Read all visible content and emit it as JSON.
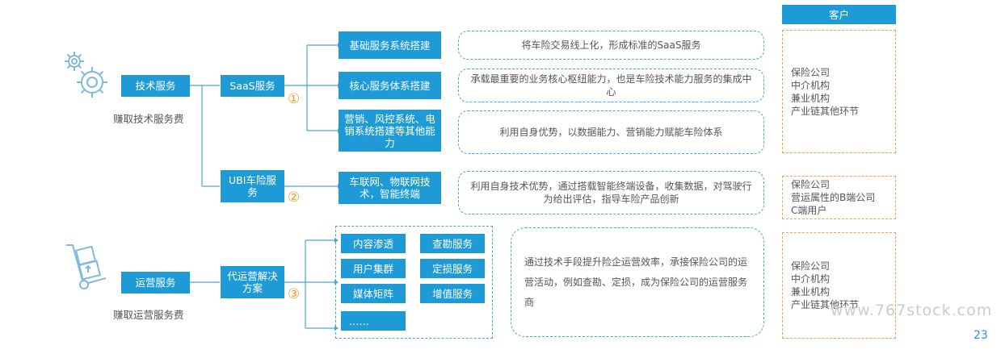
{
  "header": {
    "customer_label": "客户"
  },
  "left": {
    "tech_service": "技术服务",
    "tech_fee": "赚取技术服务费",
    "ops_service": "运营服务",
    "ops_fee": "赚取运营服务费"
  },
  "mid": {
    "saas": "SaaS服务",
    "ubi": "UBI车险服务",
    "ops_solution": "代运营解决方案"
  },
  "markers": {
    "one": "①",
    "two": "②",
    "three": "③"
  },
  "right_boxes": {
    "basic": "基础服务系统搭建",
    "core": "核心服务体系搭建",
    "marketing": "营销、风控系统、电销系统搭建等其他能力",
    "iot": "车联网、物联网技术，智能终端"
  },
  "ops_items": [
    "内容渗透",
    "查勘服务",
    "用户集群",
    "定损服务",
    "媒体矩阵",
    "增值服务",
    "……"
  ],
  "descriptions": {
    "d1": "将车险交易线上化，形成标准的SaaS服务",
    "d2": "承载最重要的业务核心枢纽能力，也是车险技术能力服务的集成中心",
    "d3": "利用自身优势，以数据能力、营销能力赋能车险体系",
    "d4": "利用自身技术优势，通过搭载智能终端设备，收集数据，对驾驶行为给出评估，指导车险产品创新",
    "d5": "通过技术手段提升险企运营效率，承接保险公司的运营活动，例如查勘、定损，成为保险公司的运营服务商"
  },
  "customers": {
    "group1": [
      "保险公司",
      "中介机构",
      "兼业机构",
      "产业链其他环节"
    ],
    "group2": [
      "保险公司",
      "营运属性的B端公司",
      "C端用户"
    ],
    "group3": [
      "保险公司",
      "中介机构",
      "兼业机构",
      "产业链其他环节"
    ]
  },
  "watermark": "www.767stock.com",
  "page_number": "23",
  "colors": {
    "blue": "#1e9bd7",
    "orange": "#f39a2c",
    "dash_blue": "#4aa6d6",
    "dash_orange": "#f3a14a"
  },
  "icons": {
    "gears": "gears-icon",
    "hand_truck": "hand-truck-icon"
  }
}
